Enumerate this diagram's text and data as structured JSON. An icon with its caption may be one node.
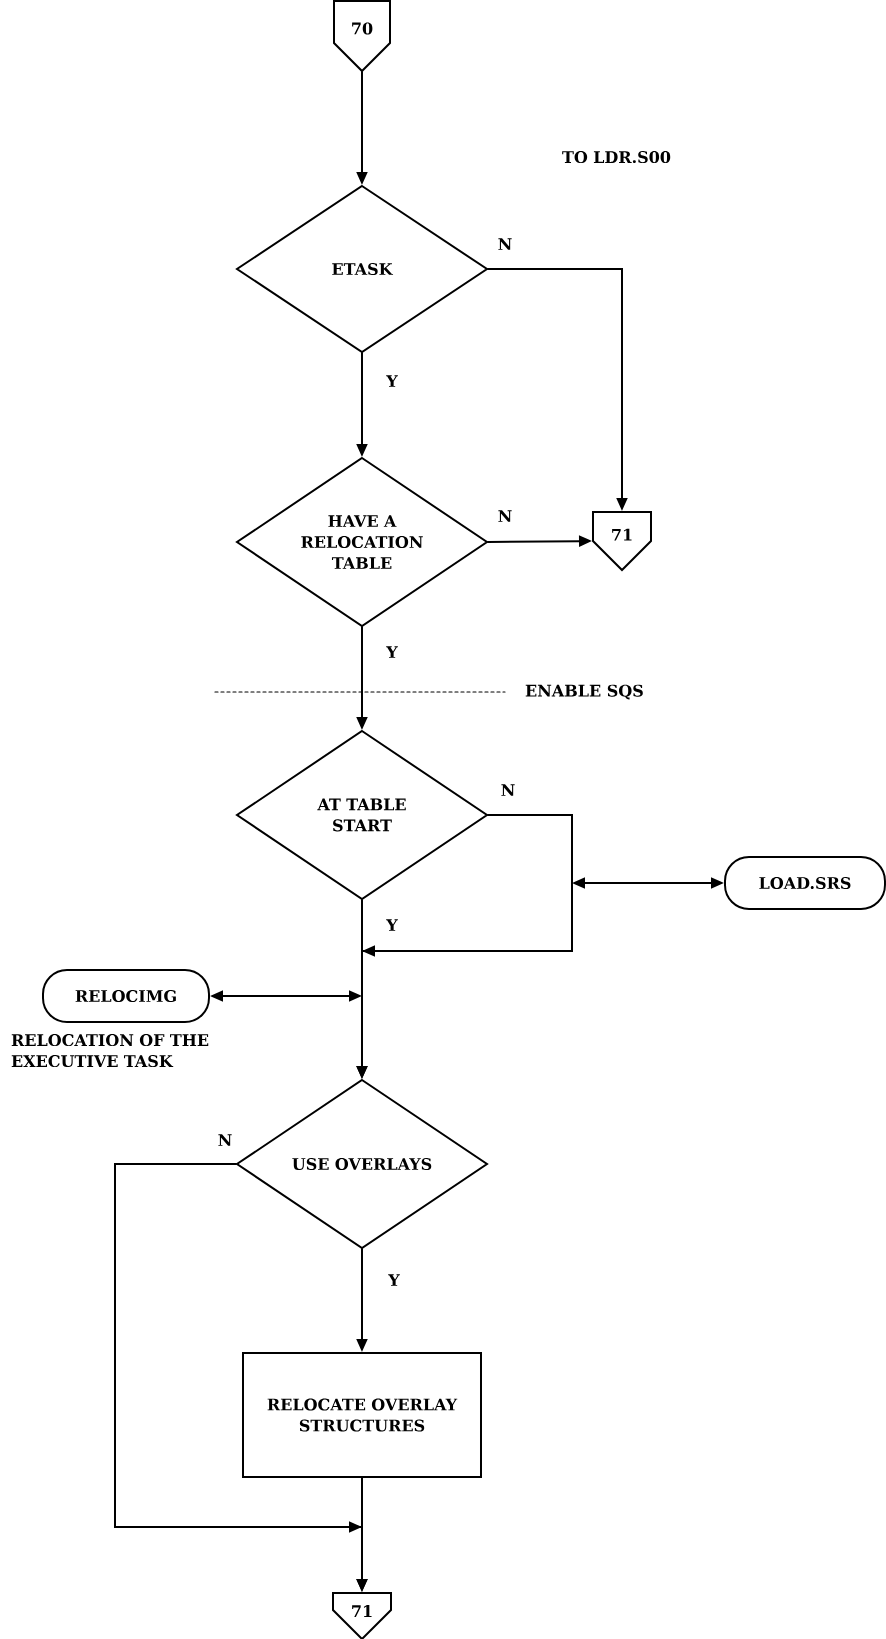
{
  "diagram": {
    "nodes": [
      {
        "text": [
          "70"
        ]
      },
      {
        "text": [
          "ETASK"
        ]
      },
      {
        "text": [
          "HAVE A RELOCATION TABLE"
        ]
      },
      {
        "text": [
          "71"
        ]
      },
      {
        "text": [
          "AT TABLE START"
        ]
      },
      {
        "text": [
          "LOAD.SRS"
        ]
      },
      {
        "text": [
          "RELOCIMG"
        ],
        "beside": [
          "RELOCATION OF THE EXECUTIVE TASK"
        ]
      },
      {
        "text": [
          "USE OVERLAYS"
        ]
      },
      {
        "text": [
          "RELOCATE OVERLAY STRUCTURES"
        ]
      },
      {
        "text": [
          "71"
        ]
      }
    ],
    "edges": [
      {
        "from": 0,
        "to": 1,
        "arrow": "to"
      },
      {
        "from": 1,
        "to": 2,
        "arrow": "to",
        "label": "Y"
      },
      {
        "from": 1,
        "to": 3,
        "arrow": "to",
        "label": "N"
      },
      {
        "from": 2,
        "to": 3,
        "arrow": "to",
        "label": "N"
      },
      {
        "from": 2,
        "to": 4,
        "arrow": "to",
        "label": "Y"
      },
      {
        "from": 4,
        "to": 7,
        "arrow": "to",
        "label": "Y"
      },
      {
        "from": 4,
        "to": 7,
        "arrow": "to",
        "label": "N"
      },
      {
        "from": 5,
        "to": null,
        "arrow": "both"
      },
      {
        "from": 6,
        "to": null,
        "arrow": "both"
      },
      {
        "from": 7,
        "to": 8,
        "arrow": "to",
        "label": "Y"
      },
      {
        "from": 7,
        "to": 9,
        "arrow": "to",
        "label": "N"
      },
      {
        "from": 8,
        "to": 9,
        "arrow": "to"
      }
    ],
    "labels": [
      "TO LDR.S00",
      "ENABLE SQS"
    ]
  }
}
